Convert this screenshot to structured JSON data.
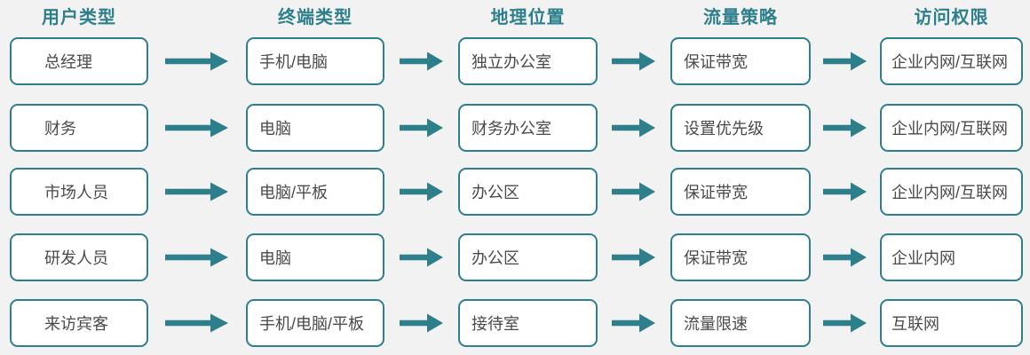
{
  "colors": {
    "accent": "#2d7f8c",
    "background": "#f2f2f2",
    "box_background": "#ffffff",
    "box_text": "#4a4a4a"
  },
  "columns": [
    {
      "label": "用户类型"
    },
    {
      "label": "终端类型"
    },
    {
      "label": "地理位置"
    },
    {
      "label": "流量策略"
    },
    {
      "label": "访问权限"
    }
  ],
  "rows": [
    {
      "cells": [
        "总经理",
        "手机/电脑",
        "独立办公室",
        "保证带宽",
        "企业内网/互联网"
      ]
    },
    {
      "cells": [
        "财务",
        "电脑",
        "财务办公室",
        "设置优先级",
        "企业内网/互联网"
      ]
    },
    {
      "cells": [
        "市场人员",
        "电脑/平板",
        "办公区",
        "保证带宽",
        "企业内网/互联网"
      ]
    },
    {
      "cells": [
        "研发人员",
        "电脑",
        "办公区",
        "保证带宽",
        "企业内网"
      ]
    },
    {
      "cells": [
        "来访宾客",
        "手机/电脑/平板",
        "接待室",
        "流量限速",
        "互联网"
      ]
    }
  ]
}
